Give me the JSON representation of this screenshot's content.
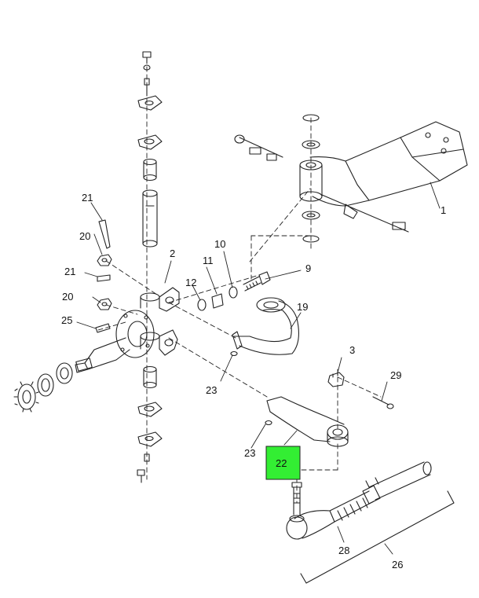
{
  "diagram": {
    "highlight_color": "#33ee33",
    "highlighted_part": "22",
    "callouts": {
      "c1": "1",
      "c2": "2",
      "c3": "3",
      "c9": "9",
      "c10": "10",
      "c11": "11",
      "c12": "12",
      "c19": "19",
      "c20a": "20",
      "c20b": "20",
      "c21a": "21",
      "c21b": "21",
      "c22": "22",
      "c23a": "23",
      "c23b": "23",
      "c25": "25",
      "c26": "26",
      "c28": "28",
      "c29": "29"
    }
  }
}
